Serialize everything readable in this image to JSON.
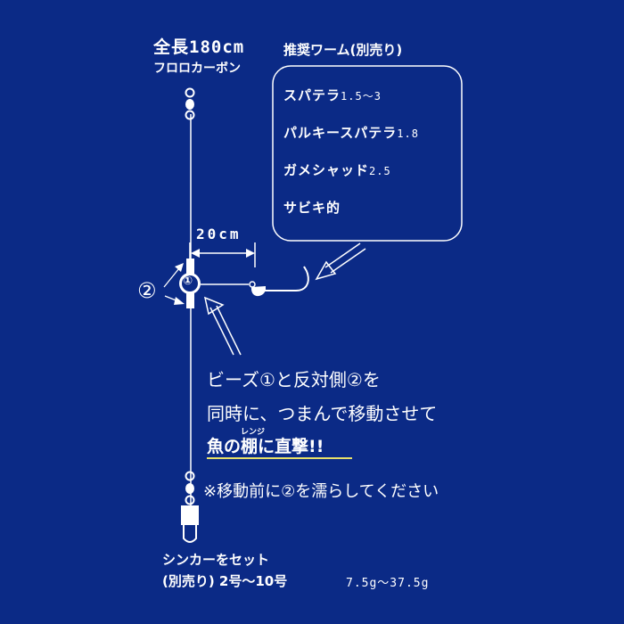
{
  "leader": {
    "length_label": "全長180cm",
    "material": "フロロカーボン"
  },
  "worms": {
    "title": "推奨ワーム(別売り)",
    "items": [
      {
        "name": "スパテラ",
        "size": "1.5〜3"
      },
      {
        "name": "パルキースパテラ",
        "size": "1.8"
      },
      {
        "name": "ガメシャッド",
        "size": "2.5"
      },
      {
        "name": "サビキ的",
        "size": ""
      }
    ]
  },
  "dimension": {
    "label": "20cm"
  },
  "markers": {
    "bead": "①",
    "opposite": "②"
  },
  "instructions": {
    "line1": "ビーズ①と反対側②を",
    "line2": "同時に、つまんで移動させて",
    "line3_pre": "魚の",
    "line3_kanji": "棚",
    "line3_ruby": "レンジ",
    "line3_post": "に直撃!!",
    "note": "※移動前に②を濡らしてください"
  },
  "sinker": {
    "line1": "シンカーをセット",
    "line2": "(別売り) 2号〜10号",
    "weight": "7.5g〜37.5g"
  },
  "colors": {
    "background": "#0b2a86",
    "lines": "#ffffff",
    "highlight": "#e8e06a"
  }
}
